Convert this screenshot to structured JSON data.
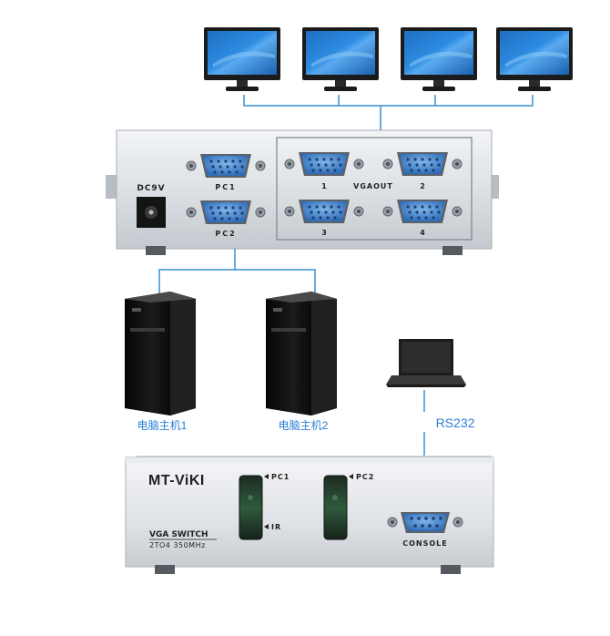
{
  "back_panel": {
    "power_label": "DC9V",
    "pc1_label": "PC1",
    "pc2_label": "PC2",
    "vgaout_label": "VGAOUT",
    "out1_label": "1",
    "out2_label": "2",
    "out3_label": "3",
    "out4_label": "4"
  },
  "computers": {
    "host1_label": "电脑主机1",
    "host2_label": "电脑主机2"
  },
  "laptop": {
    "connection_label": "RS232"
  },
  "front_panel": {
    "brand": "MT-ViKI",
    "model": "VGA SWITCH",
    "spec": "2TO4 350MHz",
    "pc1_indicator": "PC1",
    "pc2_indicator": "PC2",
    "ir_indicator": "IR",
    "console_label": "CONSOLE"
  },
  "colors": {
    "accent_cable": "#3a8fd0",
    "label_blue": "#2a7fd4",
    "device_silver": "#d9dde2",
    "vga_port_blue": "#3f7ec9"
  },
  "icons": [
    "monitor-icon",
    "desktop-tower-icon",
    "laptop-icon"
  ]
}
